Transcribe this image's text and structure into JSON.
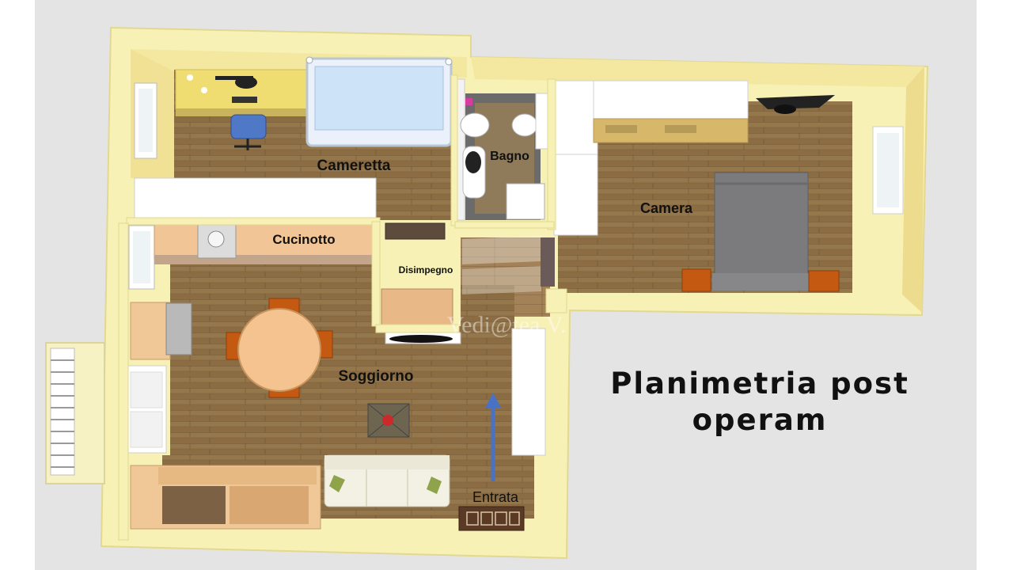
{
  "title": {
    "line1": "Planimetria post",
    "line2": "operam"
  },
  "rooms": {
    "cameretta": "Cameretta",
    "bagno": "Bagno",
    "camera": "Camera",
    "cucinotto": "Cucinotto",
    "disimpegno": "Disimpegno",
    "soggiorno": "Soggiorno"
  },
  "entrance_label": "Entrata",
  "watermark": "Vedi@tea.V.",
  "colors": {
    "wall": "#f7f1b6",
    "floor": "#8a6d45",
    "entry_arrow": "#4a72c4",
    "text": "#111111"
  }
}
